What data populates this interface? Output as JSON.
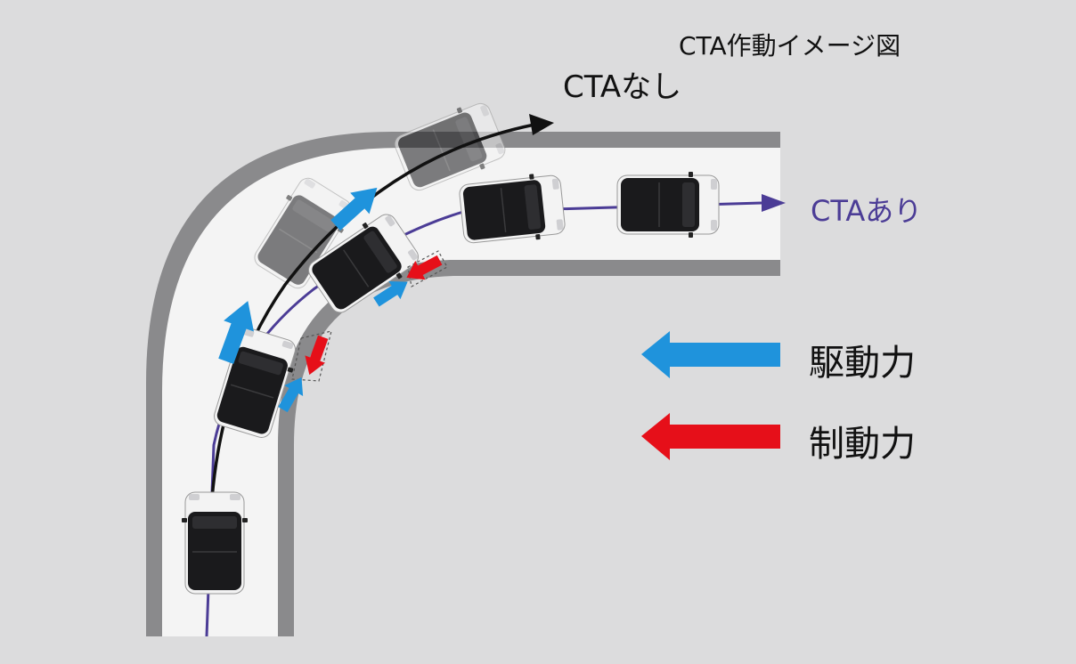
{
  "title": "CTA作動イメージ図",
  "labels": {
    "without_cta": "CTAなし",
    "with_cta": "CTAあり"
  },
  "legend": [
    {
      "label": "駆動力",
      "color": "#1f93dc"
    },
    {
      "label": "制動力",
      "color": "#e60f19"
    }
  ],
  "colors": {
    "background": "#dcdcdd",
    "road_edge": "#8a8a8c",
    "road_surface": "#f4f4f4",
    "path_with": "#4b3c96",
    "path_without": "#111111",
    "drive": "#1f93dc",
    "brake": "#e60f19"
  }
}
